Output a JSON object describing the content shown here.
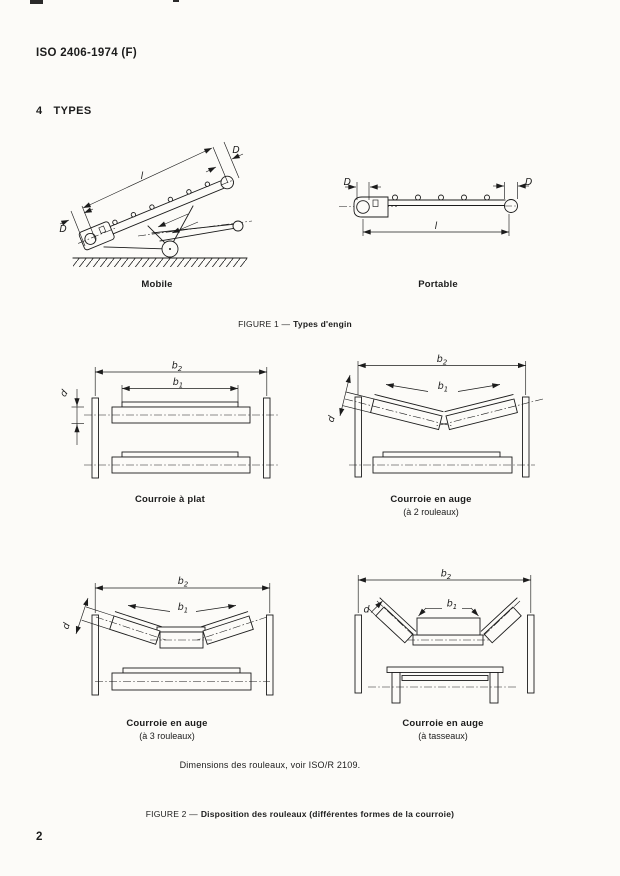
{
  "page": {
    "header": "ISO 2406-1974 (F)",
    "section_number": "4",
    "section_title": "TYPES",
    "page_number": "2"
  },
  "figure1": {
    "caption_label": "FIGURE 1 —",
    "caption_title": "Types d'engin",
    "mobile": {
      "label": "Mobile"
    },
    "portable": {
      "label": "Portable"
    },
    "dims": {
      "length": "l",
      "diameter": "D"
    }
  },
  "figure2": {
    "caption_label": "FIGURE 2 —",
    "caption_title": "Disposition des rouleaux (différentes formes de la courroie)",
    "note": "Dimensions des rouleaux, voir ISO/R 2109.",
    "dims": {
      "belt_width_outer": "b",
      "belt_width_outer_sub": "2",
      "belt_width_inner": "b",
      "belt_width_inner_sub": "1",
      "roller_diameter": "d"
    },
    "diagrams": {
      "flat": {
        "title": "Courroie à plat",
        "subtitle": ""
      },
      "trough_2_rollers": {
        "title": "Courroie en auge",
        "subtitle": "(à 2 rouleaux)"
      },
      "trough_3_rollers": {
        "title": "Courroie en auge",
        "subtitle": "(à 3 rouleaux)"
      },
      "trough_cleats": {
        "title": "Courroie en auge",
        "subtitle": "(à tasseaux)"
      }
    }
  }
}
